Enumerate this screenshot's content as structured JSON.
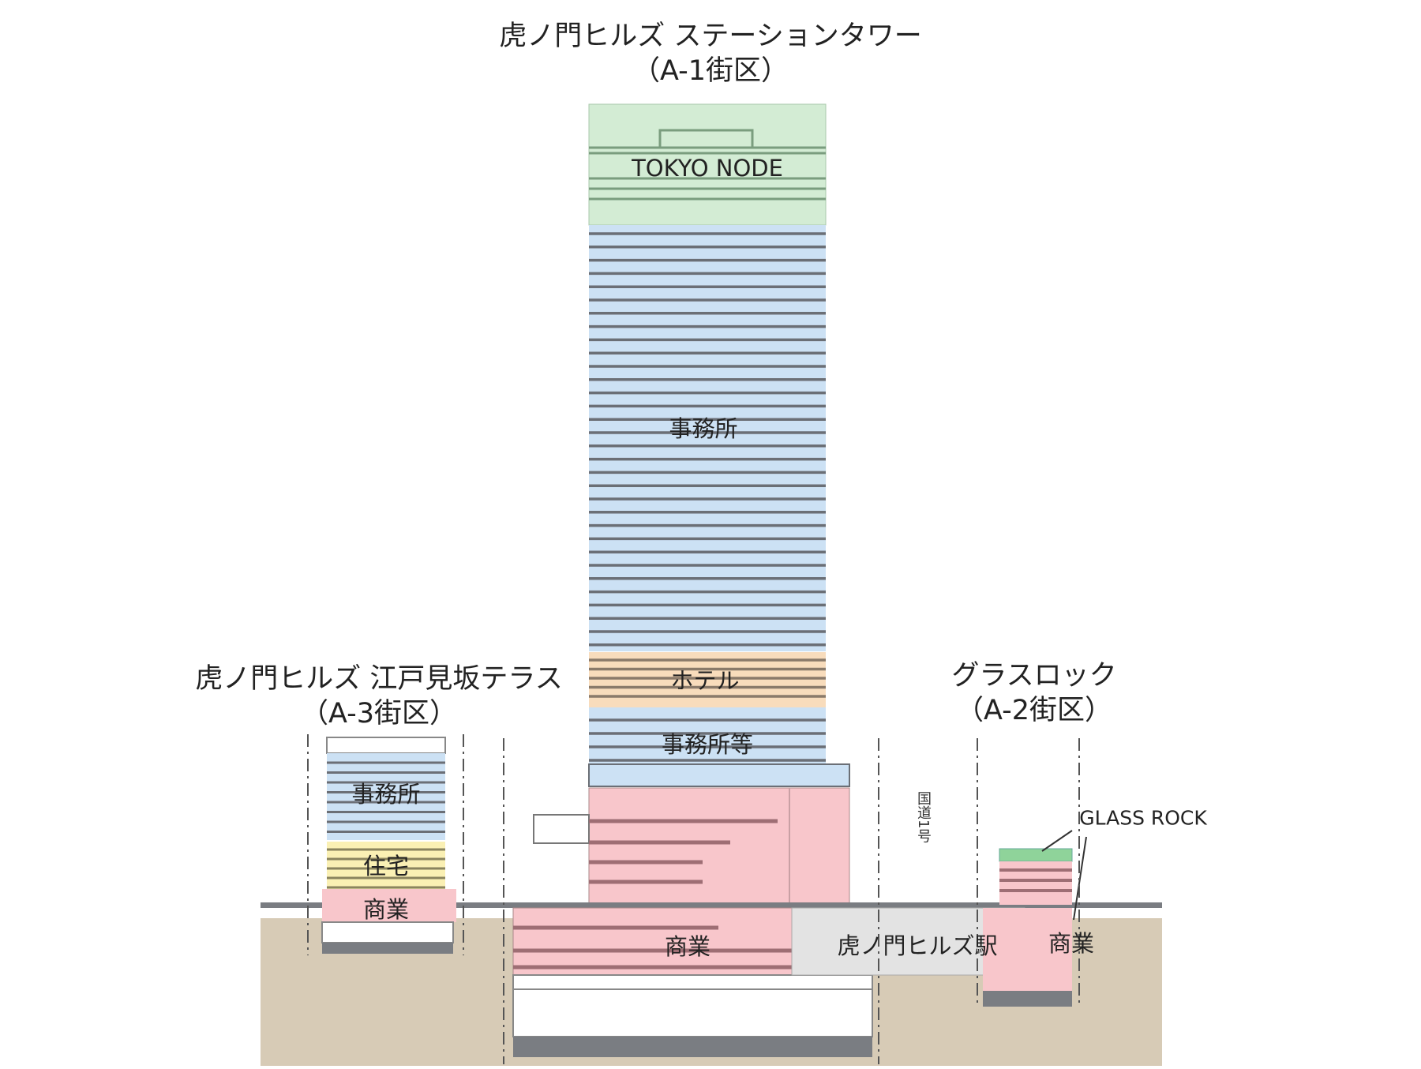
{
  "titles": {
    "a1_line1": "虎ノ門ヒルズ ステーションタワー",
    "a1_line2": "（A-1街区）",
    "a3_line1": "虎ノ門ヒルズ 江戸見坂テラス",
    "a3_line2": "（A-3街区）",
    "a2_line1": "グラスロック",
    "a2_line2": "（A-2街区）"
  },
  "labels": {
    "tokyo_node": "TOKYO NODE",
    "office_a1": "事務所",
    "hotel": "ホテル",
    "office_etc": "事務所等",
    "office_a3": "事務所",
    "residence": "住宅",
    "commercial_a3": "商業",
    "commercial_a1": "商業",
    "station": "虎ノ門ヒルズ駅",
    "glass_rock": "GLASS ROCK",
    "commercial_a2": "商業",
    "route1": "国道1号"
  },
  "colors": {
    "culture": "#d3ecd4",
    "office": "#cce1f4",
    "hotel": "#f8dcbc",
    "commercial": "#f8c6cb",
    "residence": "#faf0b4",
    "ground": "#d7cbb6",
    "station": "#e3e3e3",
    "floor_line": "#6b6f76",
    "glass_rock_roof": "#8fd39a"
  }
}
